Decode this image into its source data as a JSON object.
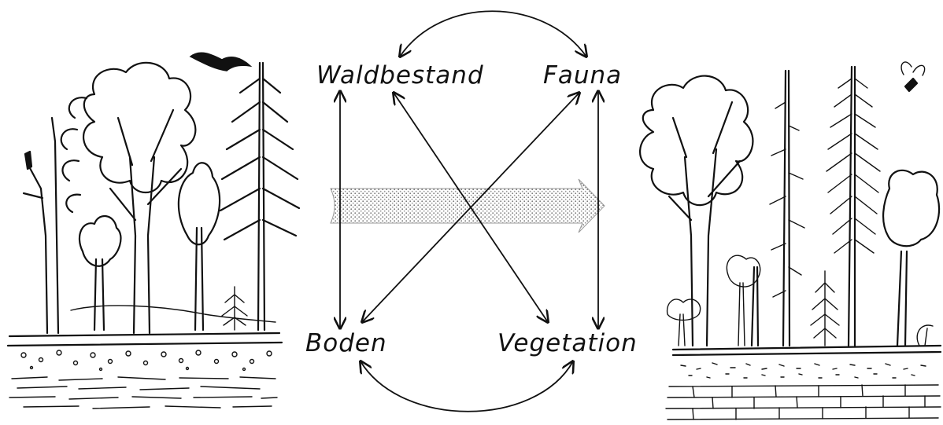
{
  "labels": {
    "top_left": "Waldbestand",
    "top_right": "Fauna",
    "bottom_left": "Boden",
    "bottom_right": "Vegetation"
  },
  "colors": {
    "ink": "#111111",
    "background": "#ffffff",
    "transition_arrow": "#bdbdbd"
  },
  "illustrations": {
    "left": "mixed-forest-with-bird",
    "right": "forest-with-dead-spruce-and-insect"
  }
}
